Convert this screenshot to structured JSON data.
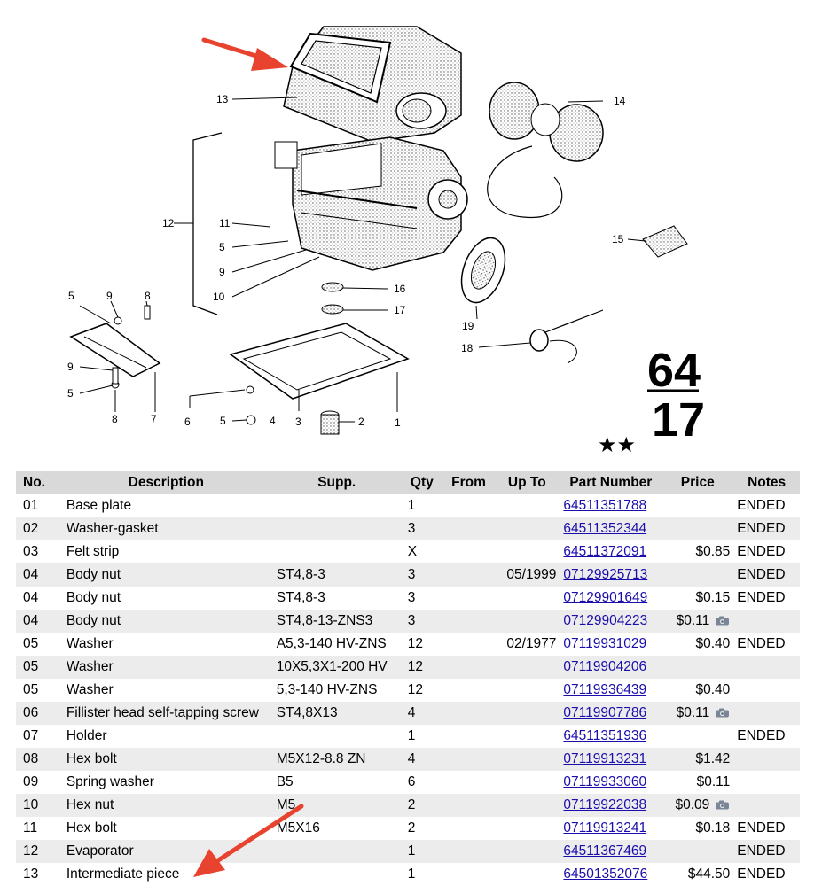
{
  "diagram": {
    "callouts": [
      "13",
      "14",
      "12",
      "11",
      "5",
      "9",
      "10",
      "15",
      "16",
      "17",
      "19",
      "5",
      "9",
      "8",
      "18",
      "9",
      "5",
      "6",
      "5",
      "3",
      "4",
      "2",
      "1",
      "8",
      "7"
    ],
    "catalog_group": "64",
    "catalog_sub": "17",
    "stars": "★★"
  },
  "table": {
    "headers": {
      "no": "No.",
      "desc": "Description",
      "supp": "Supp.",
      "qty": "Qty",
      "from": "From",
      "to": "Up To",
      "pn": "Part Number",
      "price": "Price",
      "notes": "Notes"
    },
    "rows": [
      {
        "no": "01",
        "desc": "Base plate",
        "supp": "",
        "qty": "1",
        "from": "",
        "to": "",
        "pn": "64511351788",
        "price": "",
        "notes": "ENDED"
      },
      {
        "no": "02",
        "desc": "Washer-gasket",
        "supp": "",
        "qty": "3",
        "from": "",
        "to": "",
        "pn": "64511352344",
        "price": "",
        "notes": "ENDED"
      },
      {
        "no": "03",
        "desc": "Felt strip",
        "supp": "",
        "qty": "X",
        "from": "",
        "to": "",
        "pn": "64511372091",
        "price": "$0.85",
        "notes": "ENDED"
      },
      {
        "no": "04",
        "desc": "Body nut",
        "supp": "ST4,8-3",
        "qty": "3",
        "from": "",
        "to": "05/1999",
        "pn": "07129925713",
        "price": "",
        "notes": "ENDED"
      },
      {
        "no": "04",
        "desc": "Body nut",
        "supp": "ST4,8-3",
        "qty": "3",
        "from": "",
        "to": "",
        "pn": "07129901649",
        "price": "$0.15",
        "notes": "ENDED"
      },
      {
        "no": "04",
        "desc": "Body nut",
        "supp": "ST4,8-13-ZNS3",
        "qty": "3",
        "from": "",
        "to": "",
        "pn": "07129904223",
        "price": "$0.11",
        "notes": ""
      },
      {
        "no": "05",
        "desc": "Washer",
        "supp": "A5,3-140 HV-ZNS",
        "qty": "12",
        "from": "",
        "to": "02/1977",
        "pn": "07119931029",
        "price": "$0.40",
        "notes": "ENDED"
      },
      {
        "no": "05",
        "desc": "Washer",
        "supp": "10X5,3X1-200 HV",
        "qty": "12",
        "from": "",
        "to": "",
        "pn": "07119904206",
        "price": "",
        "notes": ""
      },
      {
        "no": "05",
        "desc": "Washer",
        "supp": "5,3-140 HV-ZNS",
        "qty": "12",
        "from": "",
        "to": "",
        "pn": "07119936439",
        "price": "$0.40",
        "notes": ""
      },
      {
        "no": "06",
        "desc": "Fillister head self-tapping screw",
        "supp": "ST4,8X13",
        "qty": "4",
        "from": "",
        "to": "",
        "pn": "07119907786",
        "price": "$0.11",
        "notes": ""
      },
      {
        "no": "07",
        "desc": "Holder",
        "supp": "",
        "qty": "1",
        "from": "",
        "to": "",
        "pn": "64511351936",
        "price": "",
        "notes": "ENDED"
      },
      {
        "no": "08",
        "desc": "Hex bolt",
        "supp": "M5X12-8.8 ZN",
        "qty": "4",
        "from": "",
        "to": "",
        "pn": "07119913231",
        "price": "$1.42",
        "notes": ""
      },
      {
        "no": "09",
        "desc": "Spring washer",
        "supp": "B5",
        "qty": "6",
        "from": "",
        "to": "",
        "pn": "07119933060",
        "price": "$0.11",
        "notes": ""
      },
      {
        "no": "10",
        "desc": "Hex nut",
        "supp": "M5",
        "qty": "2",
        "from": "",
        "to": "",
        "pn": "07119922038",
        "price": "$0.09",
        "notes": ""
      },
      {
        "no": "11",
        "desc": "Hex bolt",
        "supp": "M5X16",
        "qty": "2",
        "from": "",
        "to": "",
        "pn": "07119913241",
        "price": "$0.18",
        "notes": "ENDED"
      },
      {
        "no": "12",
        "desc": "Evaporator",
        "supp": "",
        "qty": "1",
        "from": "",
        "to": "",
        "pn": "64511367469",
        "price": "",
        "notes": "ENDED"
      },
      {
        "no": "13",
        "desc": "Intermediate piece",
        "supp": "",
        "qty": "1",
        "from": "",
        "to": "",
        "pn": "64501352076",
        "price": "$44.50",
        "notes": "ENDED"
      }
    ]
  },
  "camera_rows": [
    5,
    9,
    13
  ],
  "colors": {
    "arrow": "#e8432e",
    "link": "#1a0dab",
    "header_bg": "#d9d9d9",
    "row_alt": "#ececec"
  }
}
